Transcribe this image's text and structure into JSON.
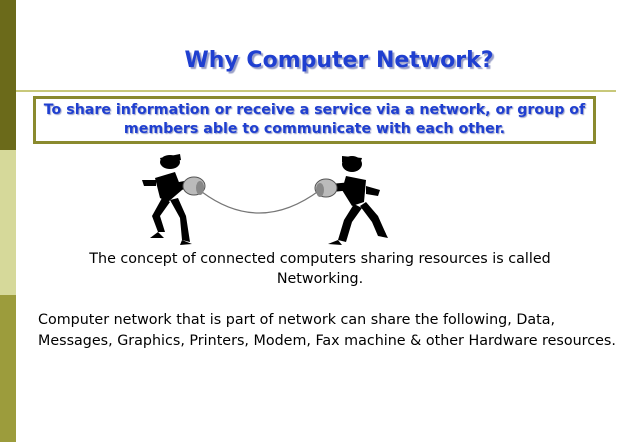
{
  "slide": {
    "title": "Why Computer Network?",
    "definition": "To share information or receive a service via a network, or group of members able to communicate with each other.",
    "concept": "The concept of connected computers sharing resources is called Networking.",
    "network_text": "Computer network that is part of network can share the following, Data, Messages, Graphics, Printers, Modem, Fax machine & other Hardware resources.",
    "illustration_icon": "tin-can-phone-people-icon"
  },
  "colors": {
    "title": "#1f3fd0",
    "box_border": "#8a8a2e",
    "bar_dark": "#6b6a1a",
    "bar_light": "#d6d99a",
    "bar_mid": "#9c9c3c"
  }
}
